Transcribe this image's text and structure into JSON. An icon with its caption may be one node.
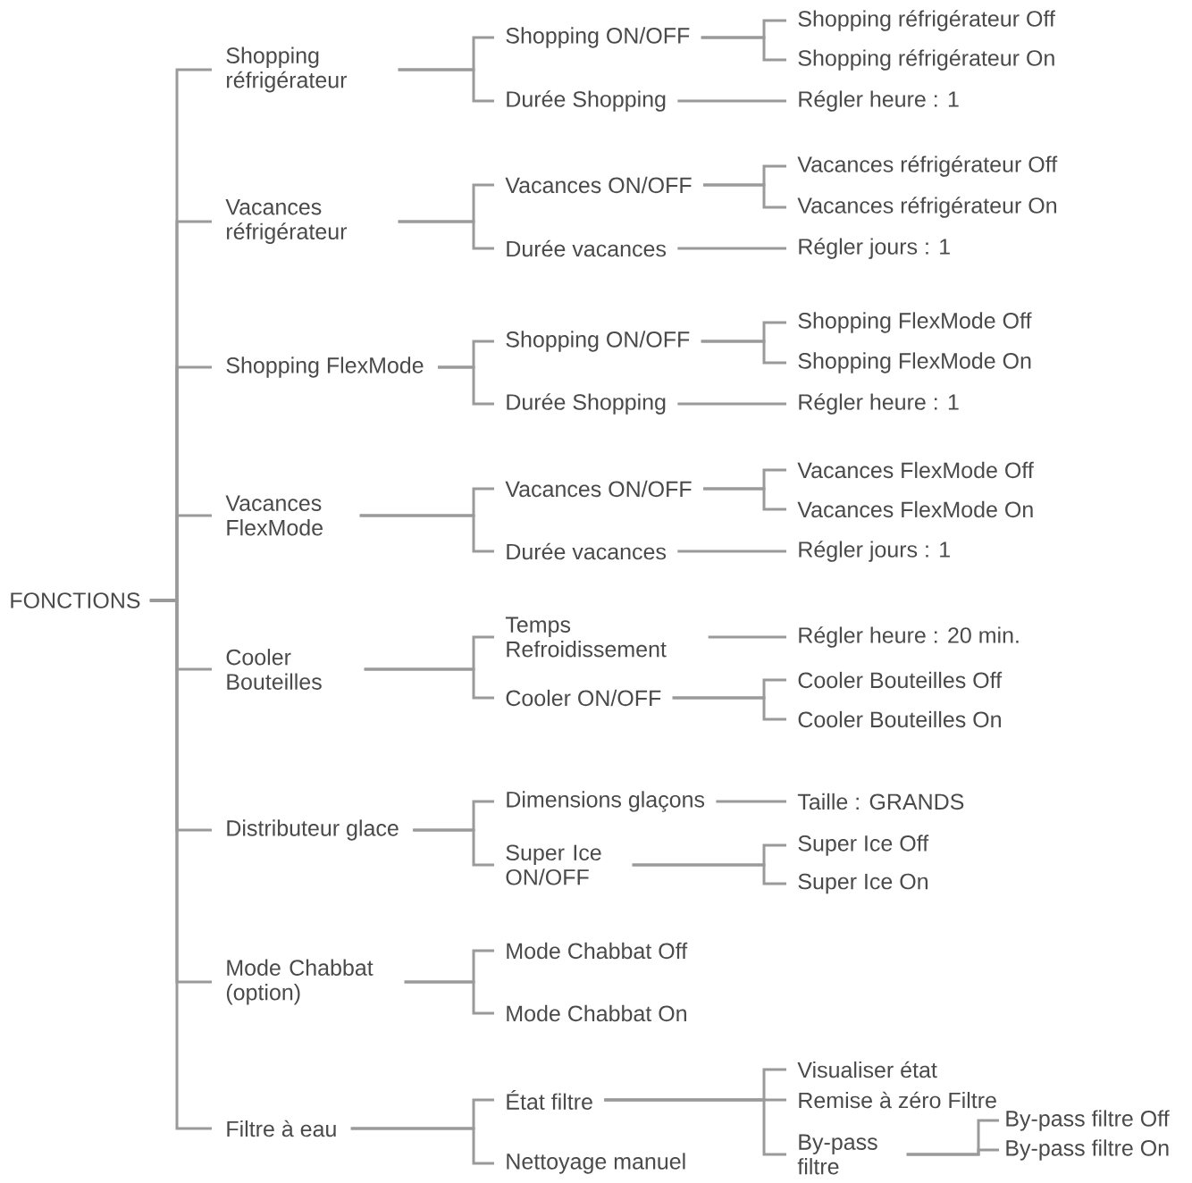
{
  "diagram": {
    "nodes": [
      {
        "text": [
          "FONCTIONS"
        ]
      },
      {
        "text": [
          "Shopping réfrigérateur"
        ]
      },
      {
        "text": [
          "Shopping ON/OFF"
        ]
      },
      {
        "text": [
          "Shopping réfrigérateur Off"
        ]
      },
      {
        "text": [
          "Shopping réfrigérateur On"
        ]
      },
      {
        "text": [
          "Durée Shopping"
        ]
      },
      {
        "text": [
          "Régler heure : 1"
        ]
      },
      {
        "text": [
          "Vacances réfrigérateur"
        ]
      },
      {
        "text": [
          "Vacances ON/OFF"
        ]
      },
      {
        "text": [
          "Vacances réfrigérateur Off"
        ]
      },
      {
        "text": [
          "Vacances réfrigérateur On"
        ]
      },
      {
        "text": [
          "Durée vacances"
        ]
      },
      {
        "text": [
          "Régler jours : 1"
        ]
      },
      {
        "text": [
          "Shopping FlexMode"
        ]
      },
      {
        "text": [
          "Shopping ON/OFF"
        ]
      },
      {
        "text": [
          "Shopping FlexMode Off"
        ]
      },
      {
        "text": [
          "Shopping FlexMode On"
        ]
      },
      {
        "text": [
          "Durée Shopping"
        ]
      },
      {
        "text": [
          "Régler heure : 1"
        ]
      },
      {
        "text": [
          "Vacances FlexMode"
        ]
      },
      {
        "text": [
          "Vacances ON/OFF"
        ]
      },
      {
        "text": [
          "Vacances FlexMode Off"
        ]
      },
      {
        "text": [
          "Vacances FlexMode On"
        ]
      },
      {
        "text": [
          "Durée vacances"
        ]
      },
      {
        "text": [
          "Régler jours : 1"
        ]
      },
      {
        "text": [
          "Cooler Bouteilles"
        ]
      },
      {
        "text": [
          "Temps Refroidissement"
        ]
      },
      {
        "text": [
          "Régler heure : 20 min."
        ]
      },
      {
        "text": [
          "Cooler ON/OFF"
        ]
      },
      {
        "text": [
          "Cooler Bouteilles Off"
        ]
      },
      {
        "text": [
          "Cooler Bouteilles On"
        ]
      },
      {
        "text": [
          "Distributeur glace"
        ]
      },
      {
        "text": [
          "Dimensions glaçons"
        ]
      },
      {
        "text": [
          "Taille : GRANDS"
        ]
      },
      {
        "text": [
          "Super Ice ON/OFF"
        ]
      },
      {
        "text": [
          "Super Ice Off"
        ]
      },
      {
        "text": [
          "Super Ice On"
        ]
      },
      {
        "text": [
          "Mode Chabbat (option)"
        ]
      },
      {
        "text": [
          "Mode Chabbat Off"
        ]
      },
      {
        "text": [
          "Mode Chabbat On"
        ]
      },
      {
        "text": [
          "Filtre à eau"
        ]
      },
      {
        "text": [
          "État filtre"
        ]
      },
      {
        "text": [
          "Visualiser état"
        ]
      },
      {
        "text": [
          "Remise à zéro Filtre"
        ]
      },
      {
        "text": [
          "By-pass filtre"
        ]
      },
      {
        "text": [
          "By-pass filtre Off"
        ]
      },
      {
        "text": [
          "By-pass filtre On"
        ]
      },
      {
        "text": [
          "Nettoyage manuel"
        ]
      }
    ],
    "edges": [
      {
        "from": 0,
        "to": 1,
        "arrow": "none"
      },
      {
        "from": 0,
        "to": 7,
        "arrow": "none"
      },
      {
        "from": 0,
        "to": 13,
        "arrow": "none"
      },
      {
        "from": 0,
        "to": 19,
        "arrow": "none"
      },
      {
        "from": 0,
        "to": 25,
        "arrow": "none"
      },
      {
        "from": 0,
        "to": 31,
        "arrow": "none"
      },
      {
        "from": 0,
        "to": 37,
        "arrow": "none"
      },
      {
        "from": 0,
        "to": 40,
        "arrow": "none"
      },
      {
        "from": 1,
        "to": 2,
        "arrow": "none"
      },
      {
        "from": 1,
        "to": 5,
        "arrow": "none"
      },
      {
        "from": 2,
        "to": 3,
        "arrow": "none"
      },
      {
        "from": 2,
        "to": 4,
        "arrow": "none"
      },
      {
        "from": 5,
        "to": 6,
        "arrow": "none"
      },
      {
        "from": 7,
        "to": 8,
        "arrow": "none"
      },
      {
        "from": 7,
        "to": 11,
        "arrow": "none"
      },
      {
        "from": 8,
        "to": 9,
        "arrow": "none"
      },
      {
        "from": 8,
        "to": 10,
        "arrow": "none"
      },
      {
        "from": 11,
        "to": 12,
        "arrow": "none"
      },
      {
        "from": 13,
        "to": 14,
        "arrow": "none"
      },
      {
        "from": 13,
        "to": 17,
        "arrow": "none"
      },
      {
        "from": 14,
        "to": 15,
        "arrow": "none"
      },
      {
        "from": 14,
        "to": 16,
        "arrow": "none"
      },
      {
        "from": 17,
        "to": 18,
        "arrow": "none"
      },
      {
        "from": 19,
        "to": 20,
        "arrow": "none"
      },
      {
        "from": 19,
        "to": 23,
        "arrow": "none"
      },
      {
        "from": 20,
        "to": 21,
        "arrow": "none"
      },
      {
        "from": 20,
        "to": 22,
        "arrow": "none"
      },
      {
        "from": 23,
        "to": 24,
        "arrow": "none"
      },
      {
        "from": 25,
        "to": 26,
        "arrow": "none"
      },
      {
        "from": 25,
        "to": 28,
        "arrow": "none"
      },
      {
        "from": 26,
        "to": 27,
        "arrow": "none"
      },
      {
        "from": 28,
        "to": 29,
        "arrow": "none"
      },
      {
        "from": 28,
        "to": 30,
        "arrow": "none"
      },
      {
        "from": 31,
        "to": 32,
        "arrow": "none"
      },
      {
        "from": 31,
        "to": 34,
        "arrow": "none"
      },
      {
        "from": 32,
        "to": 33,
        "arrow": "none"
      },
      {
        "from": 34,
        "to": 35,
        "arrow": "none"
      },
      {
        "from": 34,
        "to": 36,
        "arrow": "none"
      },
      {
        "from": 37,
        "to": 38,
        "arrow": "none"
      },
      {
        "from": 37,
        "to": 39,
        "arrow": "none"
      },
      {
        "from": 40,
        "to": 41,
        "arrow": "none"
      },
      {
        "from": 40,
        "to": 47,
        "arrow": "none"
      },
      {
        "from": 41,
        "to": 42,
        "arrow": "none"
      },
      {
        "from": 41,
        "to": 43,
        "arrow": "none"
      },
      {
        "from": 41,
        "to": 44,
        "arrow": "none"
      },
      {
        "from": 44,
        "to": 45,
        "arrow": "none"
      },
      {
        "from": 44,
        "to": 46,
        "arrow": "none"
      }
    ]
  }
}
